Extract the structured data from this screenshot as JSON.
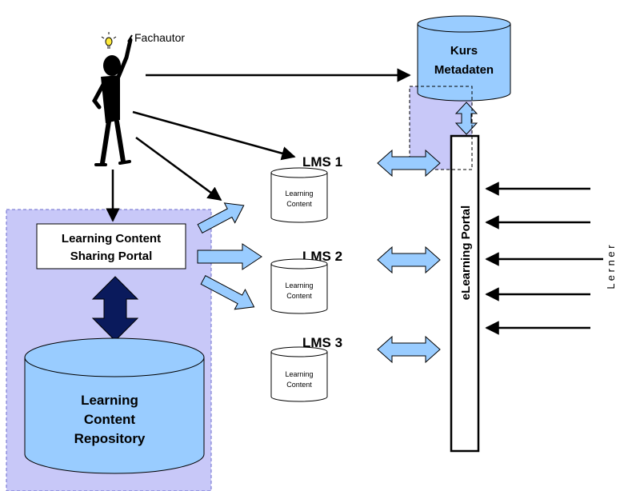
{
  "author": {
    "label": "Fachautor"
  },
  "metadata_db": {
    "line1": "Kurs",
    "line2": "Metadaten"
  },
  "sharing_portal": {
    "line1": "Learning Content",
    "line2": "Sharing Portal"
  },
  "repository": {
    "line1": "Learning",
    "line2": "Content",
    "line3": "Repository"
  },
  "lms": [
    {
      "label": "LMS 1",
      "content_line1": "Learning",
      "content_line2": "Content"
    },
    {
      "label": "LMS 2",
      "content_line1": "Learning",
      "content_line2": "Content"
    },
    {
      "label": "LMS 3",
      "content_line1": "Learning",
      "content_line2": "Content"
    }
  ],
  "portal": {
    "label": "eLearning Portal"
  },
  "learner": {
    "label": "L e r n e r"
  },
  "colors": {
    "lavender": "#c8c8f8",
    "light_blue": "#99ccff",
    "dark_navy": "#0a1a5c",
    "black": "#000000"
  }
}
